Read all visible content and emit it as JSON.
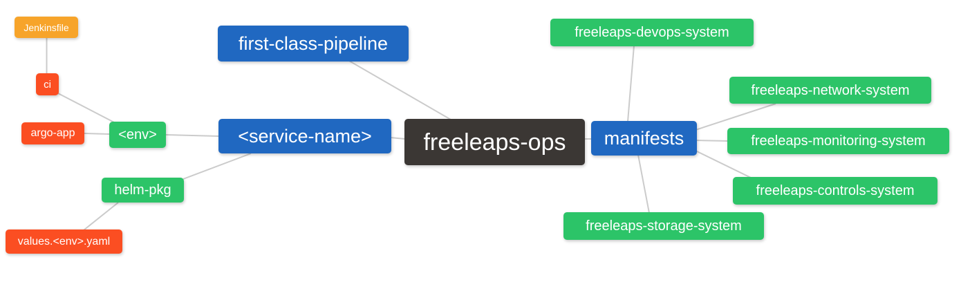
{
  "palette": {
    "blue": "#2068c1",
    "green": "#2cc468",
    "red": "#fb4e22",
    "orange": "#f7a42a",
    "dark": "#3b3734",
    "edge": "#cbcbcb",
    "text": "#ffffff"
  },
  "mindmap": {
    "root": {
      "label": "freeleaps-ops",
      "color": "#3b3734"
    },
    "nodes": {
      "jenkinsfile": {
        "label": "Jenkinsfile",
        "color": "#f7a42a"
      },
      "ci": {
        "label": "ci",
        "color": "#fb4e22"
      },
      "argo_app": {
        "label": "argo-app",
        "color": "#fb4e22"
      },
      "env": {
        "label": "<env>",
        "color": "#2cc468"
      },
      "helm_pkg": {
        "label": "helm-pkg",
        "color": "#2cc468"
      },
      "values_env_yaml": {
        "label": "values.<env>.yaml",
        "color": "#fb4e22"
      },
      "first_class_pipeline": {
        "label": "first-class-pipeline",
        "color": "#2068c1"
      },
      "service_name": {
        "label": "<service-name>",
        "color": "#2068c1"
      },
      "manifests": {
        "label": "manifests",
        "color": "#2068c1"
      },
      "devops_system": {
        "label": "freeleaps-devops-system",
        "color": "#2cc468"
      },
      "network_system": {
        "label": "freeleaps-network-system",
        "color": "#2cc468"
      },
      "monitoring_system": {
        "label": "freeleaps-monitoring-system",
        "color": "#2cc468"
      },
      "controls_system": {
        "label": "freeleaps-controls-system",
        "color": "#2cc468"
      },
      "storage_system": {
        "label": "freeleaps-storage-system",
        "color": "#2cc468"
      }
    },
    "edges": [
      [
        "jenkinsfile",
        "ci"
      ],
      [
        "ci",
        "env"
      ],
      [
        "argo_app",
        "env"
      ],
      [
        "env",
        "service_name"
      ],
      [
        "service_name",
        "helm_pkg"
      ],
      [
        "helm_pkg",
        "values_env_yaml"
      ],
      [
        "first_class_pipeline",
        "root"
      ],
      [
        "service_name",
        "root"
      ],
      [
        "root",
        "manifests"
      ],
      [
        "devops_system",
        "manifests"
      ],
      [
        "manifests",
        "network_system"
      ],
      [
        "manifests",
        "monitoring_system"
      ],
      [
        "manifests",
        "controls_system"
      ],
      [
        "manifests",
        "storage_system"
      ]
    ]
  }
}
